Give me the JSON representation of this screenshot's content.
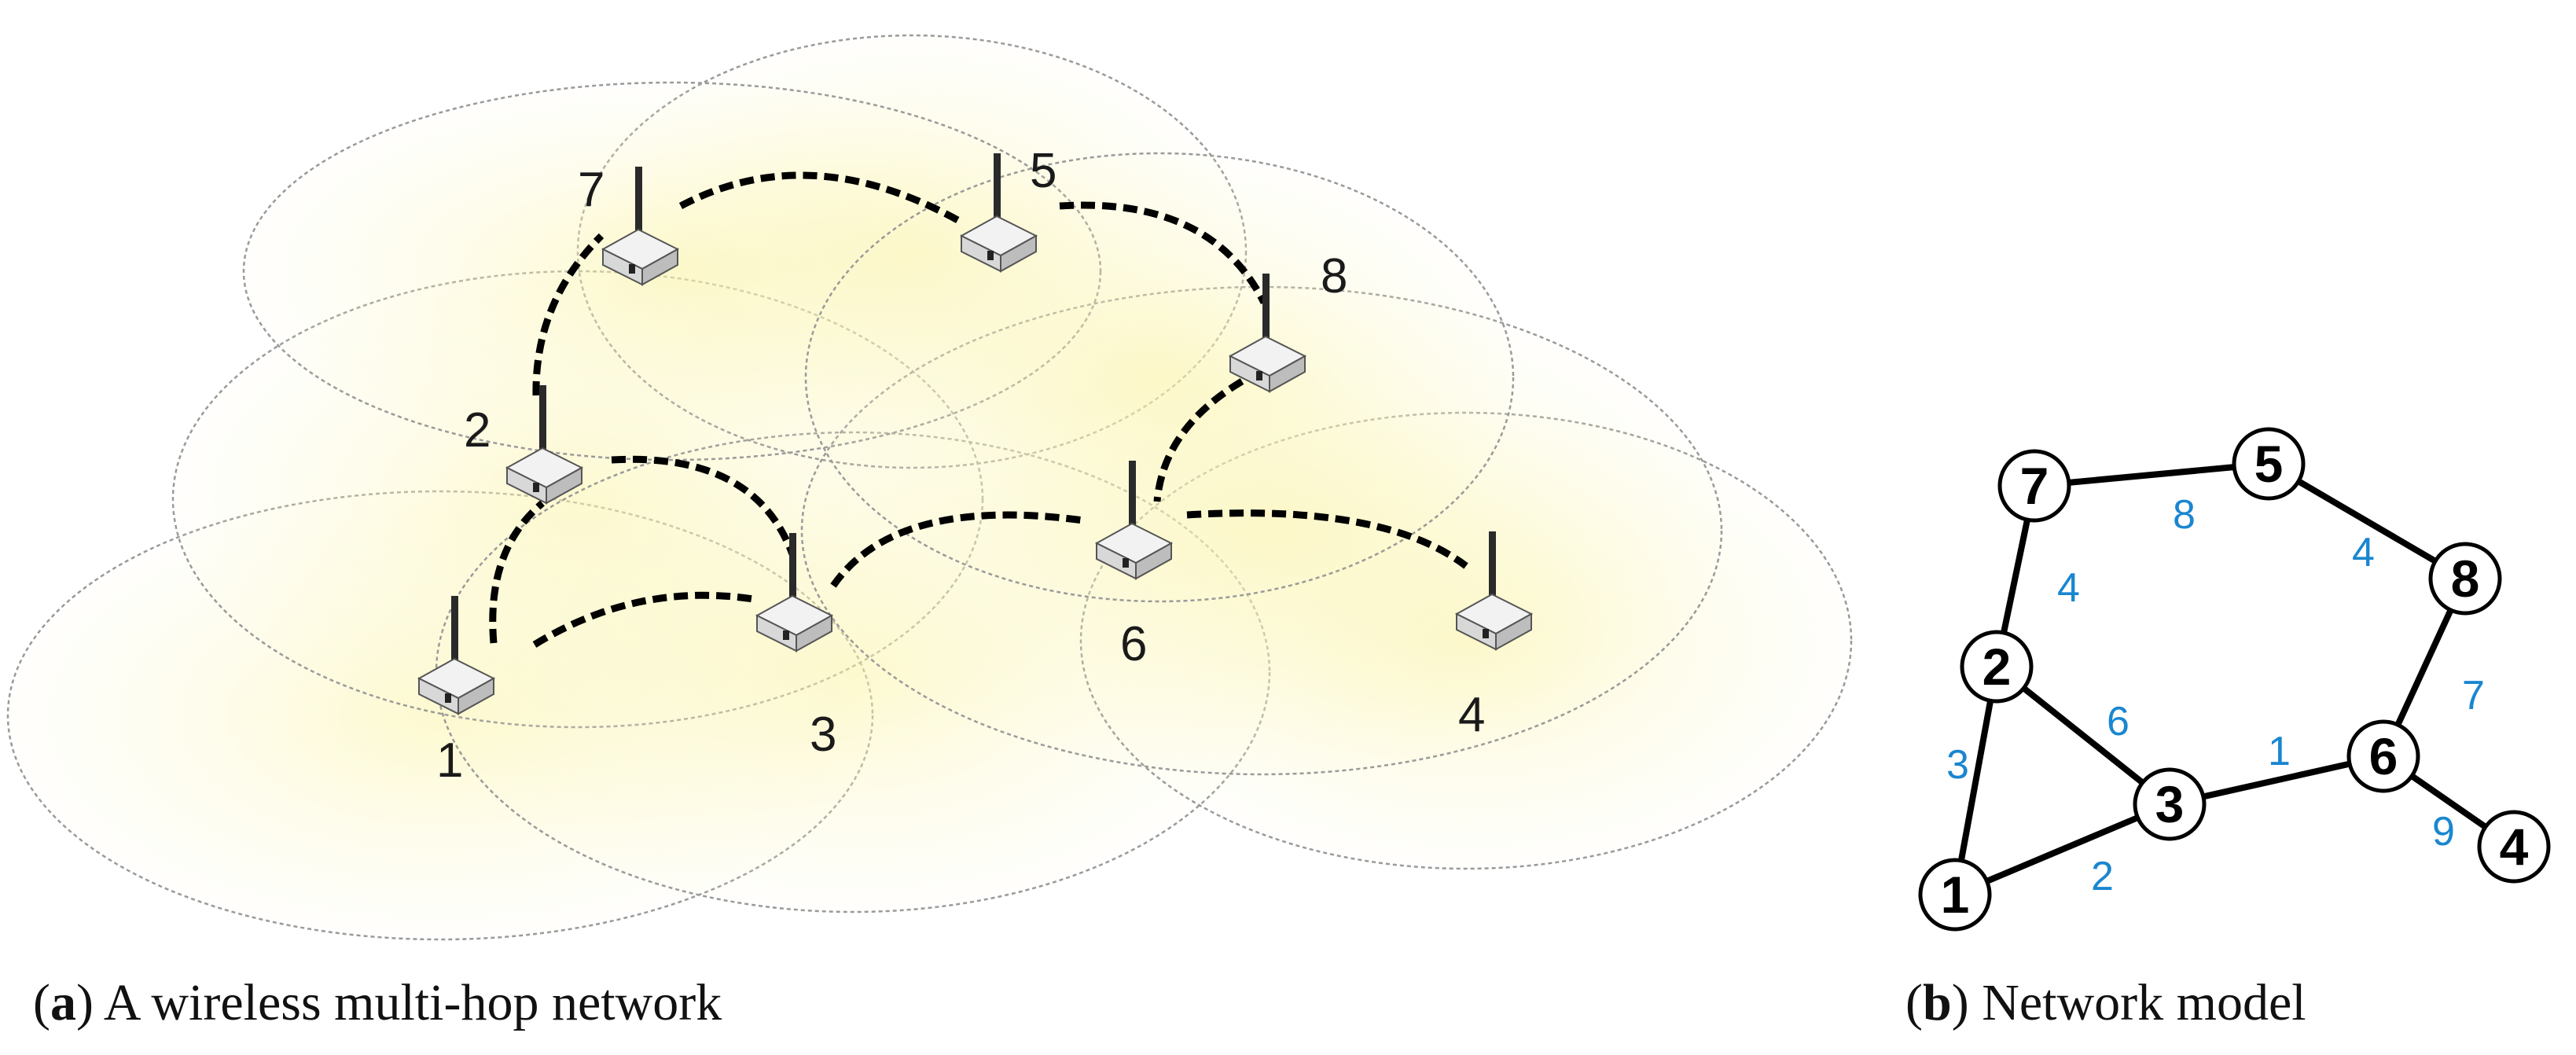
{
  "panel_a": {
    "caption_letter": "a",
    "caption_text": "A wireless multi-hop network",
    "nodes": [
      {
        "id": "1",
        "label": "1"
      },
      {
        "id": "2",
        "label": "2"
      },
      {
        "id": "3",
        "label": "3"
      },
      {
        "id": "4",
        "label": "4"
      },
      {
        "id": "5",
        "label": "5"
      },
      {
        "id": "6",
        "label": "6"
      },
      {
        "id": "7",
        "label": "7"
      },
      {
        "id": "8",
        "label": "8"
      }
    ],
    "links": [
      [
        "1",
        "2"
      ],
      [
        "1",
        "3"
      ],
      [
        "2",
        "3"
      ],
      [
        "2",
        "7"
      ],
      [
        "7",
        "5"
      ],
      [
        "5",
        "8"
      ],
      [
        "8",
        "6"
      ],
      [
        "3",
        "6"
      ],
      [
        "6",
        "4"
      ]
    ]
  },
  "panel_b": {
    "caption_letter": "b",
    "caption_text": "Network model",
    "nodes": [
      {
        "id": "1",
        "label": "1"
      },
      {
        "id": "2",
        "label": "2"
      },
      {
        "id": "3",
        "label": "3"
      },
      {
        "id": "4",
        "label": "4"
      },
      {
        "id": "5",
        "label": "5"
      },
      {
        "id": "6",
        "label": "6"
      },
      {
        "id": "7",
        "label": "7"
      },
      {
        "id": "8",
        "label": "8"
      }
    ],
    "edges": [
      {
        "from": "7",
        "to": "5",
        "weight": "8"
      },
      {
        "from": "5",
        "to": "8",
        "weight": "4"
      },
      {
        "from": "7",
        "to": "2",
        "weight": "4"
      },
      {
        "from": "2",
        "to": "3",
        "weight": "6"
      },
      {
        "from": "3",
        "to": "6",
        "weight": "1"
      },
      {
        "from": "8",
        "to": "6",
        "weight": "7"
      },
      {
        "from": "1",
        "to": "2",
        "weight": "3"
      },
      {
        "from": "1",
        "to": "3",
        "weight": "2"
      },
      {
        "from": "6",
        "to": "4",
        "weight": "9"
      }
    ]
  },
  "colors": {
    "coverage_fill": "#fbf7c8",
    "coverage_stroke": "#9a9a9a",
    "link": "#000000",
    "weight": "#1a86d0",
    "router_body": "#d8d8d8"
  }
}
